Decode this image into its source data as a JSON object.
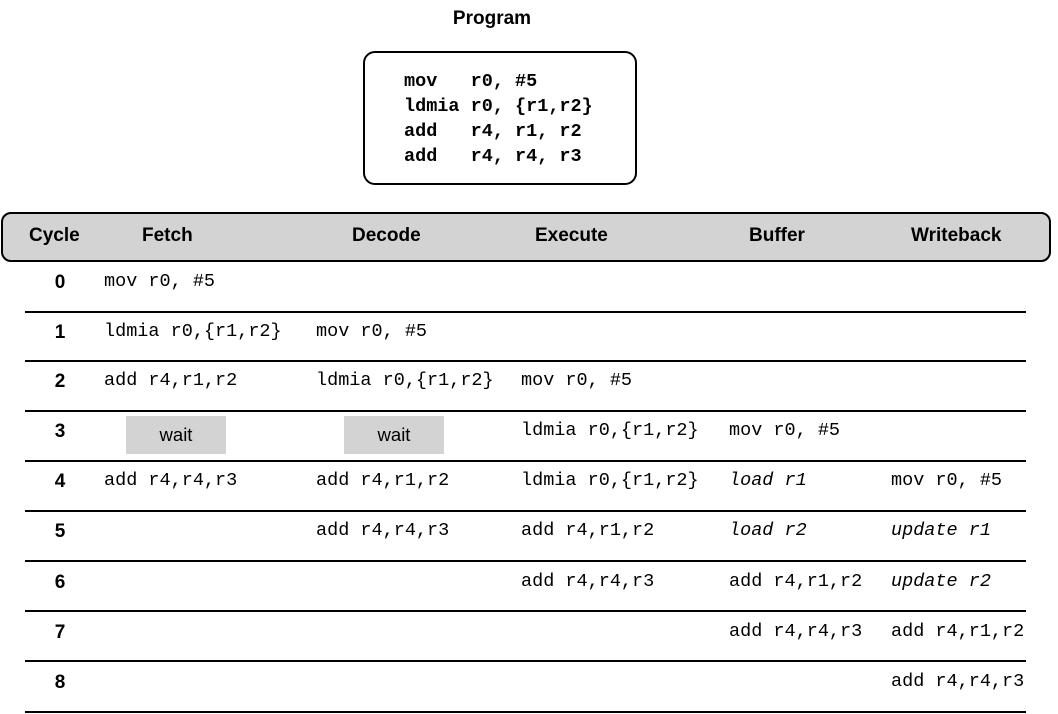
{
  "program": {
    "title": "Program",
    "lines": [
      "mov   r0, #5",
      "ldmia r0, {r1,r2}",
      "add   r4, r1, r2",
      "add   r4, r4, r3"
    ]
  },
  "table": {
    "columns": [
      "Cycle",
      "Fetch",
      "Decode",
      "Execute",
      "Buffer",
      "Writeback"
    ],
    "rows": [
      {
        "cycle": "0",
        "fetch": "mov r0, #5",
        "decode": "",
        "execute": "",
        "buffer": "",
        "writeback": ""
      },
      {
        "cycle": "1",
        "fetch": "ldmia r0,{r1,r2}",
        "decode": "mov r0, #5",
        "execute": "",
        "buffer": "",
        "writeback": ""
      },
      {
        "cycle": "2",
        "fetch": "add r4,r1,r2",
        "decode": "ldmia r0,{r1,r2}",
        "execute": "mov r0, #5",
        "buffer": "",
        "writeback": ""
      },
      {
        "cycle": "3",
        "fetch": "wait",
        "decode": "wait",
        "execute": "ldmia r0,{r1,r2}",
        "buffer": "mov r0, #5",
        "writeback": ""
      },
      {
        "cycle": "4",
        "fetch": "add r4,r4,r3",
        "decode": "add r4,r1,r2",
        "execute": "ldmia r0,{r1,r2}",
        "buffer": "load r1",
        "writeback": "mov r0, #5"
      },
      {
        "cycle": "5",
        "fetch": "",
        "decode": "add r4,r4,r3",
        "execute": "add r4,r1,r2",
        "buffer": "load r2",
        "writeback": "update r1"
      },
      {
        "cycle": "6",
        "fetch": "",
        "decode": "",
        "execute": "add r4,r4,r3",
        "buffer": "add r4,r1,r2",
        "writeback": "update r2"
      },
      {
        "cycle": "7",
        "fetch": "",
        "decode": "",
        "execute": "",
        "buffer": "add r4,r4,r3",
        "writeback": "add r4,r1,r2"
      },
      {
        "cycle": "8",
        "fetch": "",
        "decode": "",
        "execute": "",
        "buffer": "",
        "writeback": "add r4,r4,r3"
      }
    ]
  },
  "colors": {
    "header_fill": "#d3d3d3",
    "wait_fill": "#d3d3d3",
    "line": "#000000"
  }
}
